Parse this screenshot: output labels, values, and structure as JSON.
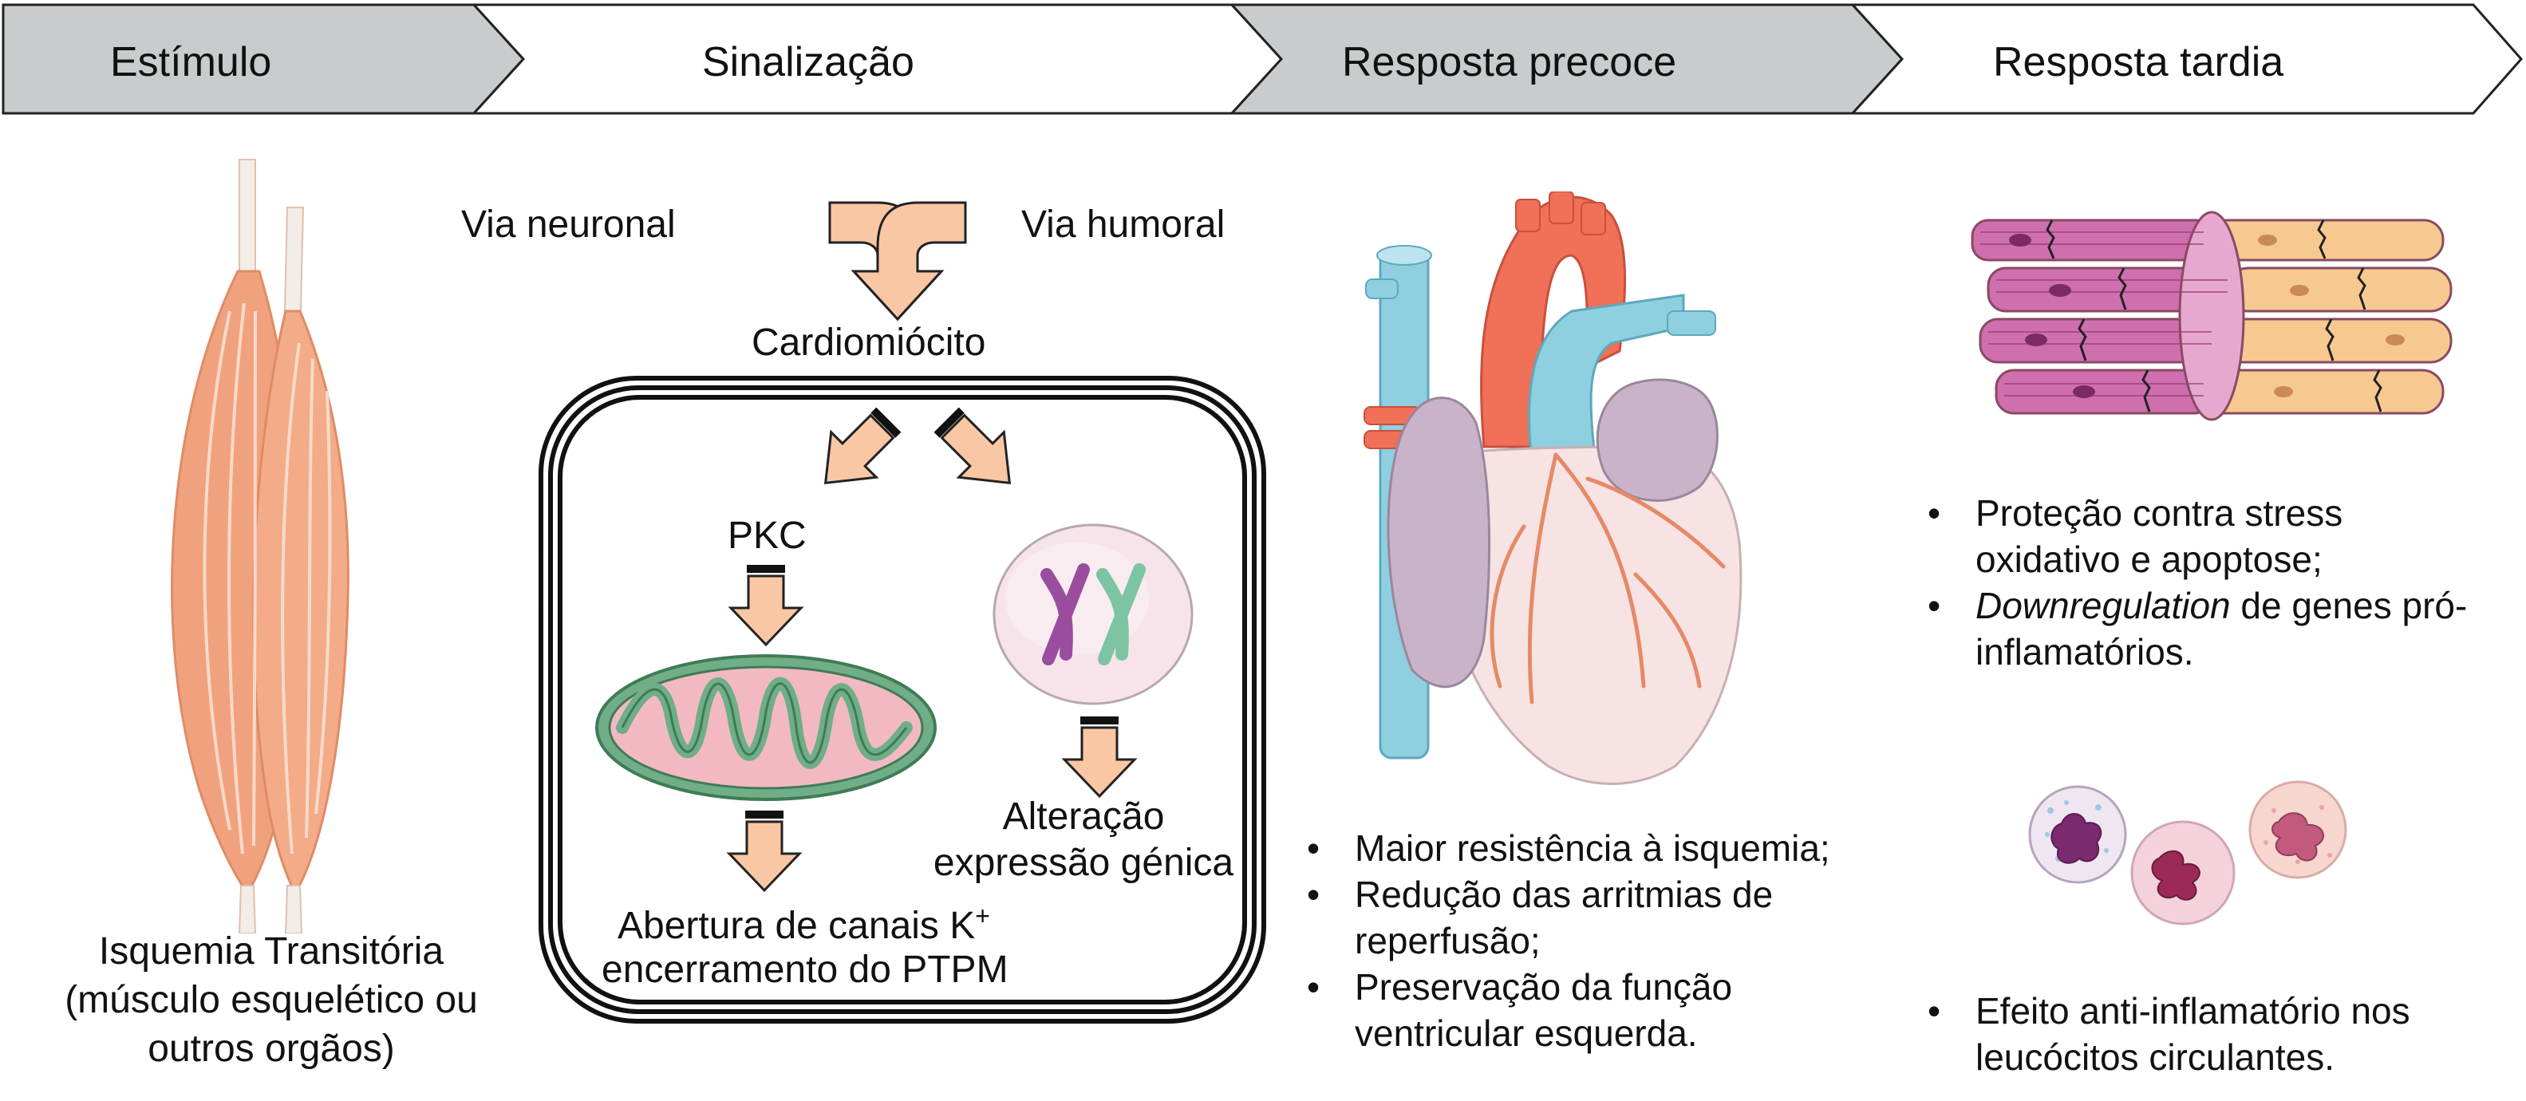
{
  "stages": [
    {
      "label": "Estímulo",
      "fill": "#c9cccd"
    },
    {
      "label": "Sinalização",
      "fill": "#ffffff"
    },
    {
      "label": "Resposta precoce",
      "fill": "#c9cccd"
    },
    {
      "label": "Resposta tardia",
      "fill": "#ffffff"
    }
  ],
  "stimulus": {
    "caption_lines": [
      "Isquemia Transitória",
      "(músculo esquelético ou",
      "outros orgãos)"
    ]
  },
  "signaling": {
    "neural_path": "Via neuronal",
    "humoral_path": "Via humoral",
    "target_cell": "Cardiomiócito",
    "kinase": "PKC",
    "gene_lines": [
      "Alteração",
      "expressão génica"
    ],
    "channel_line_1": "Abertura de canais K",
    "channel_sup": "+",
    "channel_line_2": "encerramento do PTPM"
  },
  "early_response": {
    "bullets": [
      [
        "Maior resistência à isquemia;"
      ],
      [
        "Redução das arritmias de",
        "reperfusão;"
      ],
      [
        "Preservação da função",
        "ventricular esquerda."
      ]
    ]
  },
  "late_response": {
    "bullets_top": [
      {
        "lines": [
          "Proteção contra stress",
          "oxidativo e apoptose;"
        ]
      },
      {
        "italic": "Downregulation",
        "rest": " de genes pró-",
        "line2": "inflamatórios."
      }
    ],
    "bullets_bottom": [
      [
        "Efeito anti-inflamatório nos",
        "leucócitos circulantes."
      ]
    ]
  },
  "colors": {
    "arrow_fill": "#f9c7a3",
    "muscle": "#f0a27e",
    "heart_red": "#f07058",
    "heart_blue": "#8ecfe0",
    "heart_body": "#f7e2e4",
    "atrium": "#c9b3c8",
    "mito_outer": "#6fae86",
    "mito_inner": "#f3b9c3",
    "chromo_purple": "#9a4c9e",
    "chromo_green": "#7cc4a4",
    "fiber_pink": "#cf6fae",
    "fiber_tan": "#f6c990"
  },
  "icons": [
    "muscle-illustration",
    "heart-illustration",
    "mitochondrion-icon",
    "chromosome-icon",
    "muscle-fiber-illustration",
    "leukocyte-icon"
  ]
}
